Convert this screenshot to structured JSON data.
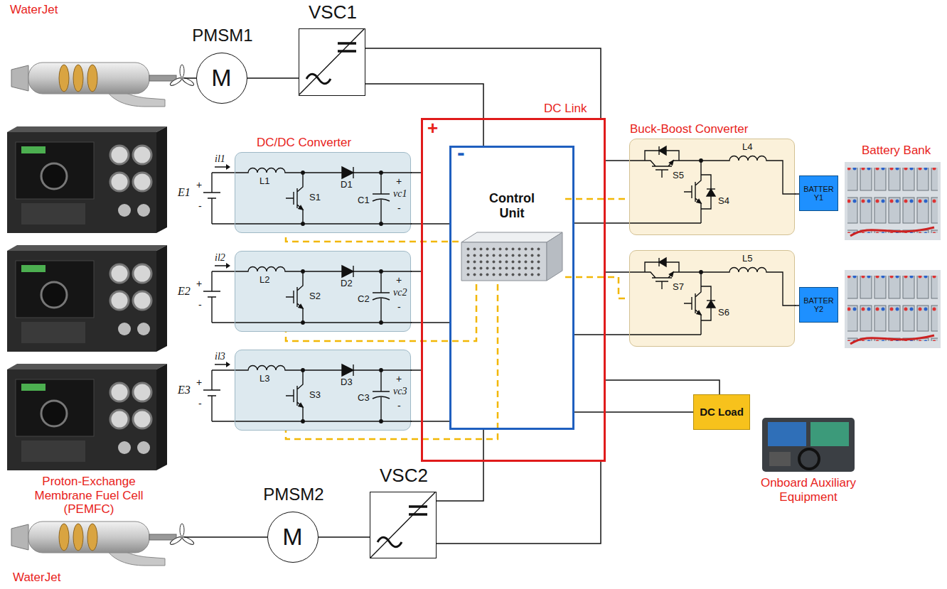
{
  "diagram": {
    "nodes": [
      {
        "text": [
          "DC Link",
          "+"
        ]
      },
      {
        "text": [
          "-"
        ],
        "in": 0
      },
      {
        "text": [
          "Control Unit"
        ],
        "in": 1
      },
      {
        "text": [
          "VSC1"
        ]
      },
      {
        "text": [
          "PMSM1",
          "M"
        ]
      },
      {
        "text": [
          "DC/DC Converter",
          "L1",
          "S1",
          "D1",
          "C1",
          "+",
          "vc1",
          "-"
        ]
      },
      {
        "text": [
          "L2",
          "S2",
          "D2",
          "C2",
          "+",
          "vc2",
          "-"
        ]
      },
      {
        "text": [
          "L3",
          "S3",
          "D3",
          "C3",
          "+",
          "vc3",
          "-"
        ]
      },
      {
        "text": [
          "Buck-Boost Converter",
          "S5",
          "L4",
          "S4"
        ]
      },
      {
        "text": [
          "BATTER Y1"
        ]
      },
      {
        "text": [
          "S7",
          "L5",
          "S6"
        ]
      },
      {
        "text": [
          "BATTER Y2"
        ]
      },
      {
        "text": [
          "DC Load"
        ]
      },
      {
        "text": [
          "VSC2"
        ]
      },
      {
        "text": [
          "PMSM2",
          "M"
        ]
      }
    ],
    "edges": [
      {
        "from": 4,
        "to": 3,
        "arrow": "none"
      },
      {
        "from": 3,
        "to": 0,
        "arrow": "none"
      },
      {
        "from": 3,
        "to": 1,
        "arrow": "none"
      },
      {
        "from": 5,
        "to": 0,
        "arrow": "none"
      },
      {
        "from": 5,
        "to": 1,
        "arrow": "none"
      },
      {
        "from": 6,
        "to": 0,
        "arrow": "none"
      },
      {
        "from": 6,
        "to": 1,
        "arrow": "none"
      },
      {
        "from": 7,
        "to": 0,
        "arrow": "none"
      },
      {
        "from": 7,
        "to": 1,
        "arrow": "none"
      },
      {
        "from": 8,
        "to": 0,
        "arrow": "none"
      },
      {
        "from": 8,
        "to": 1,
        "arrow": "none"
      },
      {
        "from": 8,
        "to": 9,
        "arrow": "none"
      },
      {
        "from": 10,
        "to": 0,
        "arrow": "none"
      },
      {
        "from": 10,
        "to": 1,
        "arrow": "none"
      },
      {
        "from": 10,
        "to": 11,
        "arrow": "none"
      },
      {
        "from": 12,
        "to": 0,
        "arrow": "none"
      },
      {
        "from": 12,
        "to": 1,
        "arrow": "none"
      },
      {
        "from": 13,
        "to": 0,
        "arrow": "none"
      },
      {
        "from": 13,
        "to": 1,
        "arrow": "none"
      },
      {
        "from": 14,
        "to": 13,
        "arrow": "none"
      },
      {
        "from": 2,
        "to": 5,
        "arrow": "none"
      },
      {
        "from": 2,
        "to": 6,
        "arrow": "none"
      },
      {
        "from": 2,
        "to": 7,
        "arrow": "none"
      },
      {
        "from": 2,
        "to": 8,
        "arrow": "none"
      },
      {
        "from": 2,
        "to": 10,
        "arrow": "none"
      }
    ],
    "labels": [
      "WaterJet",
      "WaterJet",
      "Proton-Exchange Membrane Fuel Cell (PEMFC)",
      "Battery Bank",
      "Onboard Auxiliary Equipment",
      "il1",
      "E1",
      "+",
      "-",
      "il2",
      "E2",
      "+",
      "-",
      "il3",
      "E3",
      "+",
      "-"
    ]
  }
}
